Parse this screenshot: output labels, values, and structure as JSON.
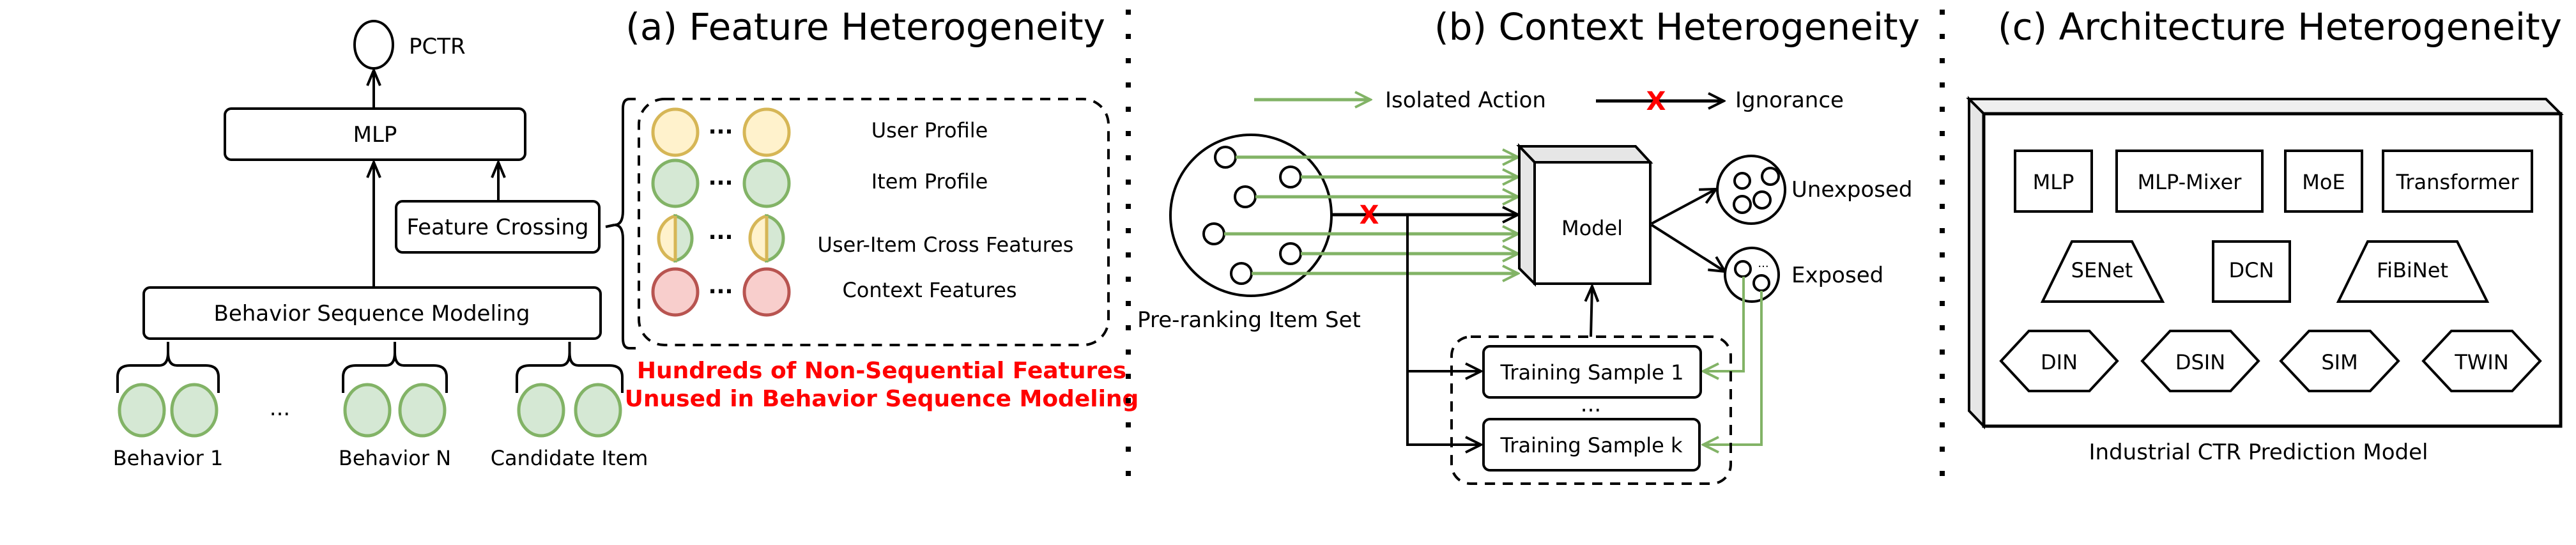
{
  "colors": {
    "user_fill": "#FFF2CC",
    "user_stroke": "#D6B656",
    "item_fill": "#D5E8D4",
    "item_stroke": "#82B366",
    "context_fill": "#F8CECC",
    "context_stroke": "#B85450",
    "green_arrow": "#82B366",
    "highlight_red": "#FF0000",
    "cube_side": "#E6E6E6"
  },
  "panel_a": {
    "title": "(a) Feature Heterogeneity",
    "output_label": "PCTR",
    "mlp_label": "MLP",
    "feature_crossing_label": "Feature Crossing",
    "bsm_label": "Behavior Sequence Modeling",
    "behaviors": [
      {
        "label": "Behavior 1"
      },
      {
        "label": "Behavior N"
      },
      {
        "label": "Candidate Item"
      }
    ],
    "ellipsis": "...",
    "feature_groups": [
      {
        "label": "User Profile",
        "kind": "user"
      },
      {
        "label": "Item Profile",
        "kind": "item"
      },
      {
        "label": "User-Item Cross Features",
        "kind": "cross"
      },
      {
        "label": "Context Features",
        "kind": "context"
      }
    ],
    "note_line1": "Hundreds of Non-Sequential Features",
    "note_line2": "Unused in Behavior Sequence Modeling"
  },
  "panel_b": {
    "title": "(b) Context Heterogeneity",
    "legend_isolated": "Isolated Action",
    "legend_ignorance": "Ignorance",
    "x_mark": "X",
    "model_label": "Model",
    "item_set_label": "Pre-ranking Item Set",
    "unexposed_label": "Unexposed",
    "exposed_label": "Exposed",
    "training_samples": [
      "Training Sample 1",
      "Training Sample k"
    ],
    "ellipsis": "...",
    "exposed_dots": "..."
  },
  "panel_c": {
    "title": "(c) Architecture Heterogeneity",
    "row1_rect": [
      "MLP",
      "MLP-Mixer",
      "MoE",
      "Transformer"
    ],
    "row2": [
      {
        "label": "SENet",
        "shape": "trapezoid"
      },
      {
        "label": "DCN",
        "shape": "rect"
      },
      {
        "label": "FiBiNet",
        "shape": "trapezoid"
      }
    ],
    "row3_hex": [
      "DIN",
      "DSIN",
      "SIM",
      "TWIN"
    ],
    "caption": "Industrial CTR Prediction Model"
  }
}
